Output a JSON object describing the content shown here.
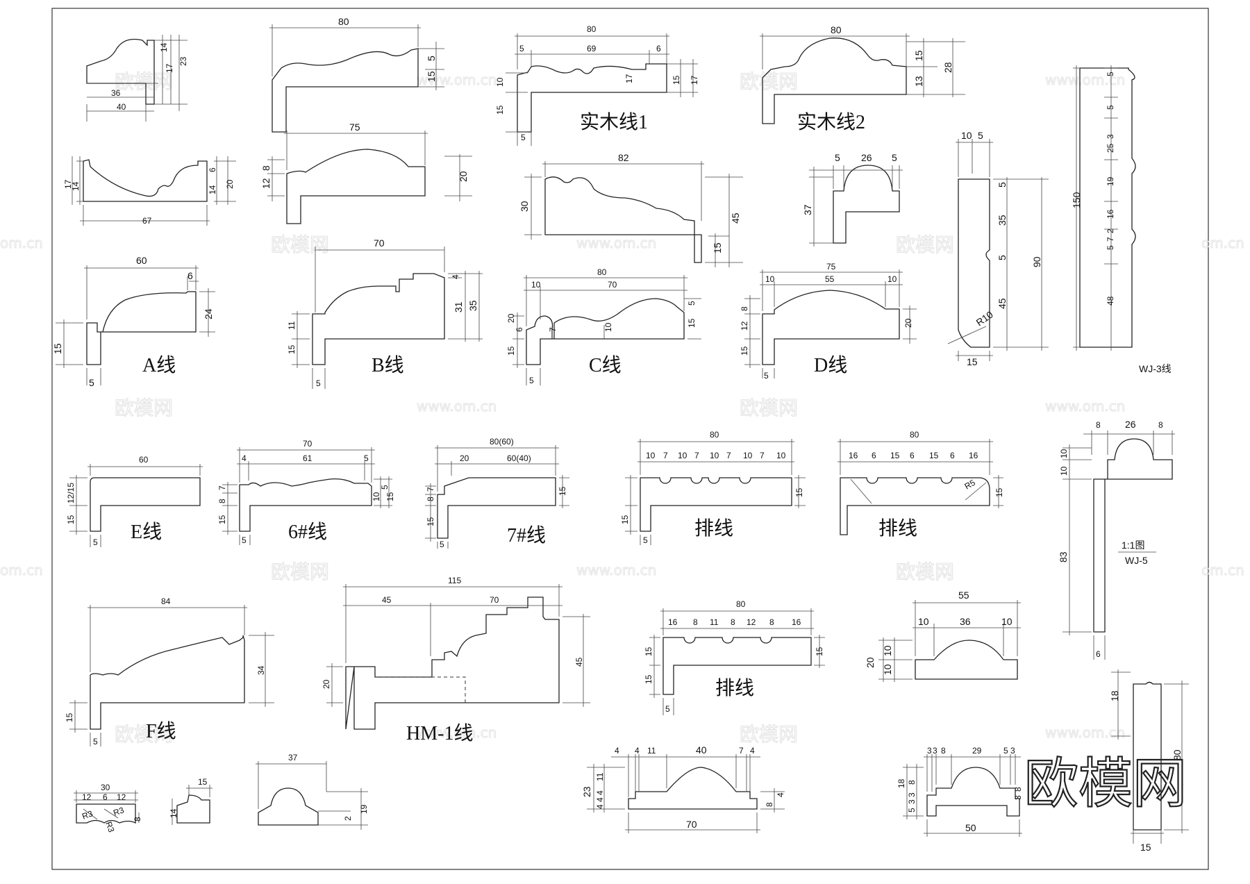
{
  "labels": {
    "shimu1": "实木线1",
    "shimu2": "实木线2",
    "a": "A线",
    "b": "B线",
    "c": "C线",
    "d": "D线",
    "e": "E线",
    "six": "6#线",
    "seven": "7#线",
    "pai1": "排线",
    "pai2": "排线",
    "pai3": "排线",
    "f": "F线",
    "hm1": "HM-1线",
    "wj3": "WJ-3线",
    "wj5_scale": "1:1图",
    "wj5": "WJ-5"
  },
  "watermark": {
    "cn": "欧模网",
    "url": "www.om.cn",
    "url_edge": "om.cn",
    "logo": "欧模网"
  },
  "dims": {
    "p1": [
      "36",
      "40",
      "17",
      "23",
      "14"
    ],
    "p2": [
      "80",
      "5",
      "15"
    ],
    "p3": [
      "80",
      "5",
      "69",
      "6",
      "10",
      "15",
      "5",
      "17",
      "15",
      "17"
    ],
    "p4": [
      "80",
      "15",
      "13",
      "28"
    ],
    "p5": [
      "67",
      "17",
      "14",
      "6",
      "14",
      "20"
    ],
    "p6": [
      "75",
      "12",
      "8",
      "20"
    ],
    "p7": [
      "82",
      "30",
      "45",
      "15"
    ],
    "p8": [
      "5",
      "26",
      "5",
      "37"
    ],
    "p9": [
      "10",
      "5",
      "5",
      "35",
      "5",
      "45",
      "90",
      "R10",
      "15"
    ],
    "p10": [
      "150",
      "5",
      "5",
      "3",
      "25",
      "19",
      "16",
      "5",
      "7",
      "2",
      "48"
    ],
    "a": [
      "60",
      "6",
      "24",
      "15",
      "5"
    ],
    "b": [
      "70",
      "4",
      "31",
      "35",
      "11",
      "15",
      "5"
    ],
    "c": [
      "80",
      "10",
      "70",
      "5",
      "20",
      "6",
      "15",
      "7",
      "10",
      "15",
      "5"
    ],
    "d": [
      "75",
      "10",
      "55",
      "10",
      "8",
      "12",
      "15",
      "20",
      "5"
    ],
    "e": [
      "60",
      "12/15",
      "15",
      "5"
    ],
    "six": [
      "70",
      "4",
      "61",
      "5",
      "8",
      "7",
      "15",
      "10",
      "5",
      "15",
      "5"
    ],
    "seven": [
      "80(60)",
      "20",
      "60(40)",
      "8",
      "7",
      "15",
      "15",
      "5"
    ],
    "pai1": [
      "80",
      "10",
      "7",
      "10",
      "7",
      "10",
      "7",
      "10",
      "7",
      "10",
      "15",
      "15",
      "5"
    ],
    "pai2": [
      "80",
      "16",
      "6",
      "15",
      "6",
      "15",
      "6",
      "16",
      "R5",
      "15"
    ],
    "wj5": [
      "8",
      "26",
      "8",
      "10",
      "10",
      "83",
      "6"
    ],
    "f": [
      "84",
      "34",
      "15",
      "5"
    ],
    "hm1": [
      "115",
      "45",
      "70",
      "20",
      "45"
    ],
    "pai3": [
      "80",
      "16",
      "8",
      "11",
      "8",
      "12",
      "8",
      "16",
      "15",
      "15",
      "15",
      "5"
    ],
    "p55": [
      "55",
      "10",
      "36",
      "10",
      "20",
      "10",
      "10"
    ],
    "small1": [
      "30",
      "12",
      "6",
      "12",
      "R3",
      "R3",
      "R3",
      "8"
    ],
    "small2": [
      "15",
      "14"
    ],
    "small3": [
      "37",
      "2",
      "19"
    ],
    "p70": [
      "4",
      "4",
      "11",
      "40",
      "7",
      "4",
      "23",
      "4",
      "4",
      "4",
      "11",
      "8",
      "4",
      "70"
    ],
    "p50": [
      "3",
      "3",
      "8",
      "29",
      "5",
      "3",
      "18",
      "5",
      "3",
      "3",
      "8",
      "8",
      "3",
      "50"
    ],
    "p80": [
      "18",
      "80",
      "15"
    ]
  }
}
